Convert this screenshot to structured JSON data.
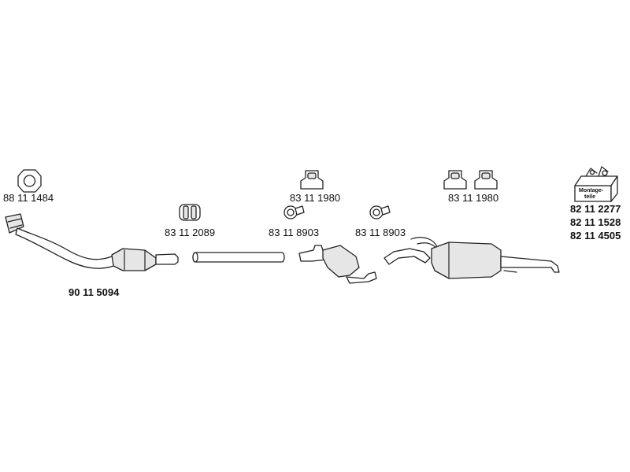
{
  "parts": {
    "gasket": "88 11 1484",
    "front_pipe": "90 11 5094",
    "clamp_front": "83 11 2089",
    "ring_mid": "83 11 8903",
    "ring_rear": "83 11 8903",
    "hanger_mid": "83 11 1980",
    "hanger_rear": "83 11 1980",
    "kit_1": "82 11 2277",
    "kit_2": "82 11 1528",
    "kit_3": "82 11 4505"
  },
  "kit_box_label": {
    "line1": "Montage-",
    "line2": "teile"
  }
}
